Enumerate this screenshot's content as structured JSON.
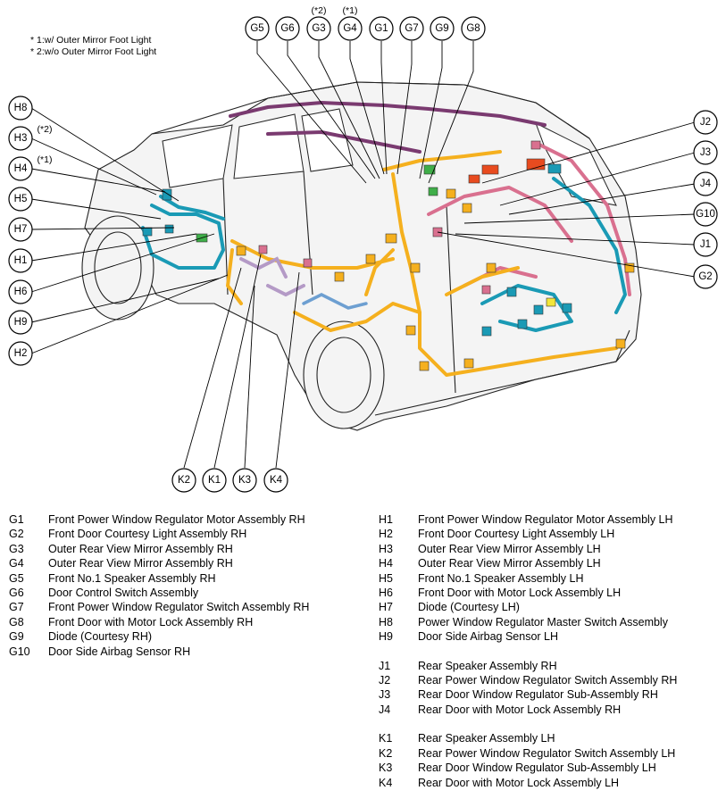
{
  "notes": [
    "* 1:w/ Outer Mirror Foot Light",
    "* 2:w/o Outer Mirror Foot Light"
  ],
  "callouts": {
    "top": [
      {
        "code": "G5"
      },
      {
        "code": "G6"
      },
      {
        "code": "G3",
        "variant": "(*2)"
      },
      {
        "code": "G4",
        "variant": "(*1)"
      },
      {
        "code": "G1"
      },
      {
        "code": "G7"
      },
      {
        "code": "G9"
      },
      {
        "code": "G8"
      }
    ],
    "left": [
      {
        "code": "H8"
      },
      {
        "code": "H3",
        "variant": "(*2)"
      },
      {
        "code": "H4",
        "variant": "(*1)"
      },
      {
        "code": "H5"
      },
      {
        "code": "H7"
      },
      {
        "code": "H1"
      },
      {
        "code": "H6"
      },
      {
        "code": "H9"
      },
      {
        "code": "H2"
      }
    ],
    "right": [
      {
        "code": "J2"
      },
      {
        "code": "J3"
      },
      {
        "code": "J4"
      },
      {
        "code": "G10"
      },
      {
        "code": "J1"
      },
      {
        "code": "G2"
      }
    ],
    "bottom": [
      {
        "code": "K2"
      },
      {
        "code": "K1"
      },
      {
        "code": "K3"
      },
      {
        "code": "K4"
      }
    ]
  },
  "legend": {
    "g_group": [
      {
        "code": "G1",
        "desc": "Front Power Window Regulator Motor Assembly RH"
      },
      {
        "code": "G2",
        "desc": "Front Door Courtesy Light Assembly RH"
      },
      {
        "code": "G3",
        "desc": "Outer Rear View Mirror Assembly RH"
      },
      {
        "code": "G4",
        "desc": "Outer Rear View Mirror Assembly RH"
      },
      {
        "code": "G5",
        "desc": "Front No.1 Speaker Assembly RH"
      },
      {
        "code": "G6",
        "desc": "Door Control Switch Assembly"
      },
      {
        "code": "G7",
        "desc": "Front Power Window Regulator Switch Assembly RH"
      },
      {
        "code": "G8",
        "desc": "Front Door with Motor Lock Assembly RH"
      },
      {
        "code": "G9",
        "desc": "Diode (Courtesy RH)"
      },
      {
        "code": "G10",
        "desc": "Door Side Airbag Sensor RH"
      }
    ],
    "h_group": [
      {
        "code": "H1",
        "desc": "Front Power Window Regulator Motor Assembly LH"
      },
      {
        "code": "H2",
        "desc": "Front Door Courtesy Light Assembly LH"
      },
      {
        "code": "H3",
        "desc": "Outer Rear View Mirror Assembly LH"
      },
      {
        "code": "H4",
        "desc": "Outer Rear View Mirror Assembly LH"
      },
      {
        "code": "H5",
        "desc": "Front No.1 Speaker Assembly LH"
      },
      {
        "code": "H6",
        "desc": "Front Door with Motor Lock Assembly LH"
      },
      {
        "code": "H7",
        "desc": "Diode (Courtesy LH)"
      },
      {
        "code": "H8",
        "desc": "Power Window Regulator Master Switch Assembly"
      },
      {
        "code": "H9",
        "desc": "Door Side Airbag Sensor LH"
      }
    ],
    "j_group": [
      {
        "code": "J1",
        "desc": "Rear Speaker Assembly RH"
      },
      {
        "code": "J2",
        "desc": "Rear Power Window Regulator Switch Assembly RH"
      },
      {
        "code": "J3",
        "desc": "Rear Door Window Regulator Sub-Assembly RH"
      },
      {
        "code": "J4",
        "desc": "Rear Door with Motor Lock Assembly RH"
      }
    ],
    "k_group": [
      {
        "code": "K1",
        "desc": "Rear Speaker Assembly LH"
      },
      {
        "code": "K2",
        "desc": "Rear Power Window Regulator Switch Assembly LH"
      },
      {
        "code": "K3",
        "desc": "Rear Door Window Regulator Sub-Assembly LH"
      },
      {
        "code": "K4",
        "desc": "Rear Door with Motor Lock Assembly LH"
      }
    ]
  },
  "colors": {
    "harness_orange": "#f5b01e",
    "harness_pink": "#d9708f",
    "harness_teal": "#1a9ab5",
    "harness_purple": "#7a3a70",
    "connector_red": "#e84b1f",
    "connector_green": "#3fae49"
  }
}
